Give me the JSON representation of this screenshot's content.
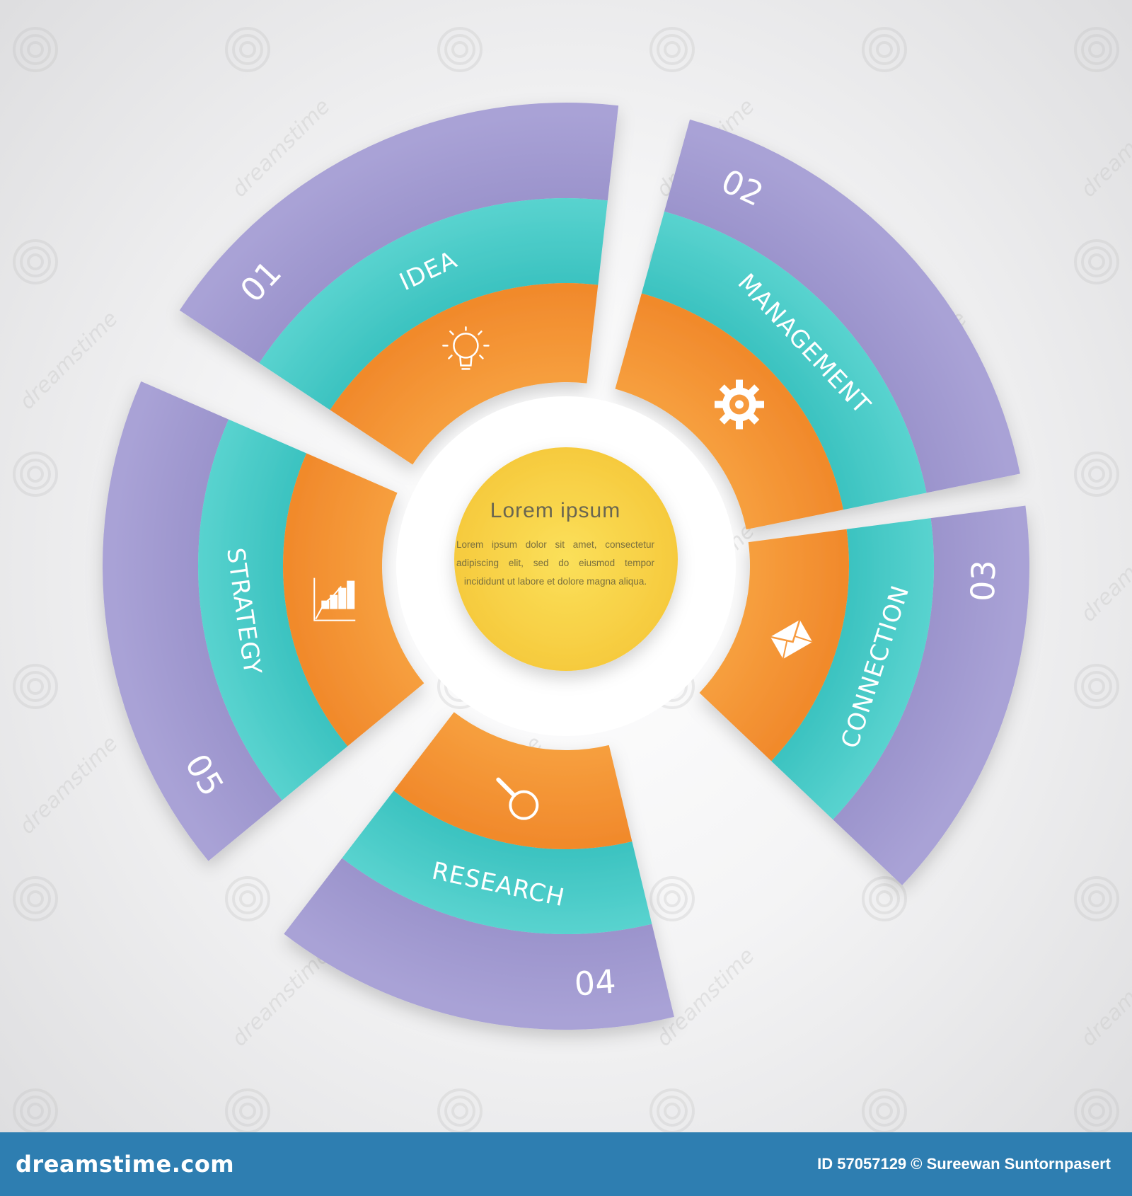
{
  "diagram": {
    "center": {
      "title": "Lorem ipsum",
      "body": "Lorem ipsum dolor sit amet, consectetur adipiscing elit, sed do eiusmod tempor incididunt ut labore et dolore magna aliqua."
    },
    "segments": [
      {
        "number": "01",
        "label": "IDEA",
        "icon": "lightbulb-icon"
      },
      {
        "number": "02",
        "label": "MANAGEMENT",
        "icon": "gear-icon"
      },
      {
        "number": "03",
        "label": "CONNECTION",
        "icon": "envelope-icon"
      },
      {
        "number": "04",
        "label": "RESEARCH",
        "icon": "magnifier-icon"
      },
      {
        "number": "05",
        "label": "STRATEGY",
        "icon": "bar-chart-icon"
      }
    ],
    "colors": {
      "outer_ring": "#9b93c9",
      "middle_ring": "#2fc0bd",
      "inner_ring": "#f79a3e",
      "center": "#f8d44c"
    }
  },
  "watermark": "dreamstime",
  "footer": {
    "logo": "dreamstime.com",
    "credit": "ID 57057129 © Sureewan Suntornpasert"
  }
}
